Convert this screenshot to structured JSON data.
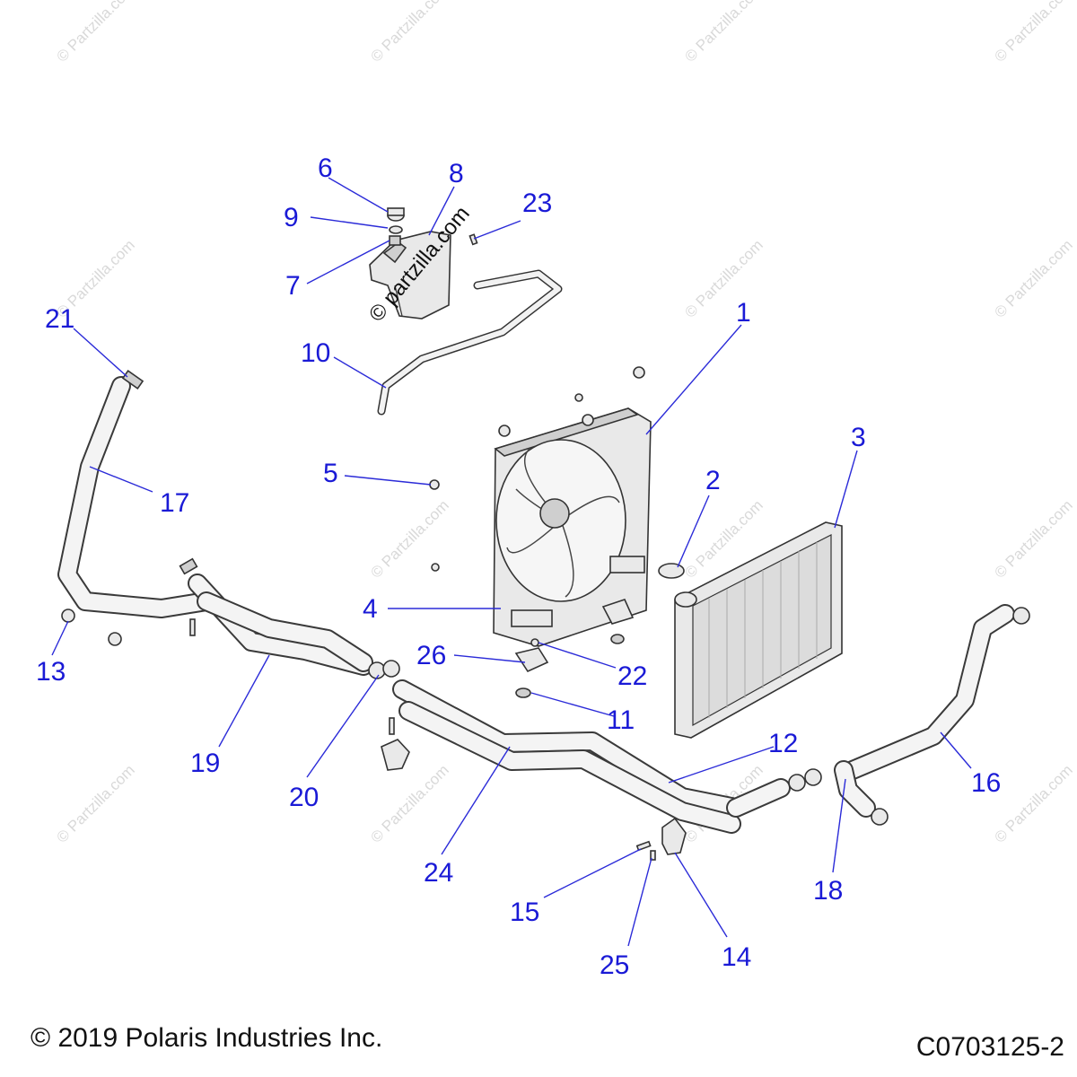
{
  "watermark": "© Partzilla.com",
  "center_watermark": "© partzilla.com",
  "footer": {
    "copyright": "© 2019 Polaris Industries Inc.",
    "diagram_code": "C0703125-2"
  },
  "callouts": [
    "1",
    "2",
    "3",
    "4",
    "5",
    "6",
    "7",
    "8",
    "9",
    "10",
    "11",
    "12",
    "13",
    "14",
    "15",
    "16",
    "17",
    "18",
    "19",
    "20",
    "21",
    "22",
    "23",
    "24",
    "25",
    "26"
  ],
  "colors": {
    "callout": "#1a1ad6",
    "line_art": "#333333",
    "watermark": "#d9d9d9"
  }
}
